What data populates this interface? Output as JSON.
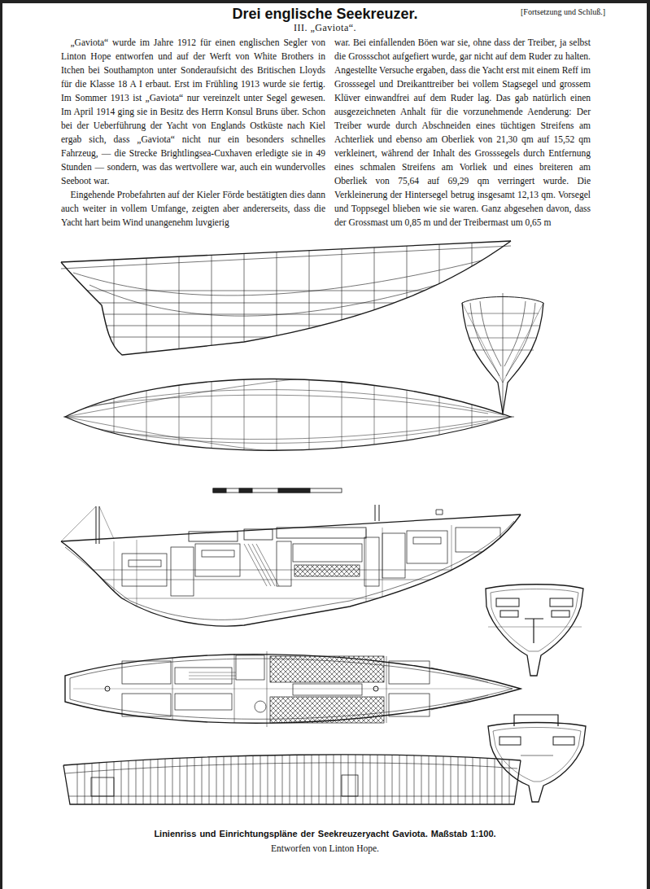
{
  "diagram": {
    "title": "Drei englische Seekreuzer.",
    "caption": "Linienriss und Einrichtungspläne der Seekreuzeryacht Gaviota. Maßstab 1:100.",
    "labels": [
      "[Fortsetzung und Schluß.]",
      "III. „Gaviota“.",
      "„Gaviota“ wurde im Jahre 1912 für einen englischen Segler von Linton Hope entworfen und auf der Werft von White Brothers in Itchen bei Southampton unter Sonderaufsicht des Britischen Lloyds für die Klasse 18 A I erbaut. Erst im Frühling 1913 wurde sie fertig. Im Sommer 1913 ist „Gaviota“ nur vereinzelt unter Segel gewesen. Im April 1914 ging sie in Besitz des Herrn Konsul Bruns über. Schon bei der Ueberführung der Yacht von Englands Ostküste nach Kiel ergab sich, dass „Gaviota“ nicht nur ein besonders schnelles Fahrzeug, — die Strecke Brightlingsea-Cuxhaven erledigte sie in 49 Stunden — sondern, was das wertvollere war, auch ein wundervolles Seeboot war.",
      "Eingehende Probefahrten auf der Kieler Förde bestätigten dies dann auch weiter in vollem Umfange, zeigten aber andererseits, dass die Yacht hart beim Wind unangenehm luvgierig",
      "war. Bei einfallenden Böen war sie, ohne dass der Treiber, ja selbst die Grossschot aufgefiert wurde, gar nicht auf dem Ruder zu halten. Angestellte Versuche ergaben, dass die Yacht erst mit einem Reff im Grosssegel und Dreikanttreiber bei vollem Stagsegel und grossem Klüver einwandfrei auf dem Ruder lag. Das gab natürlich einen ausgezeichneten Anhalt für die vorzunehmende Aenderung: Der Treiber wurde durch Abschneiden eines tüchtigen Streifens am Achterliek und ebenso am Oberliek von 21,30 qm auf 15,52 qm verkleinert, während der Inhalt des Grosssegels durch Entfernung eines schmalen Streifens am Vorliek und eines breiteren am Oberliek von 75,64 auf 69,29 qm verringert wurde. Die Verkleinerung der Hintersegel betrug insgesamt 12,13 qm. Vorsegel und Toppsegel blieben wie sie waren. Ganz abgesehen davon, dass der Grossmast um 0,85 m und der Treibermast um 0,65 m",
      "Entworfen von Linton Hope."
    ]
  }
}
